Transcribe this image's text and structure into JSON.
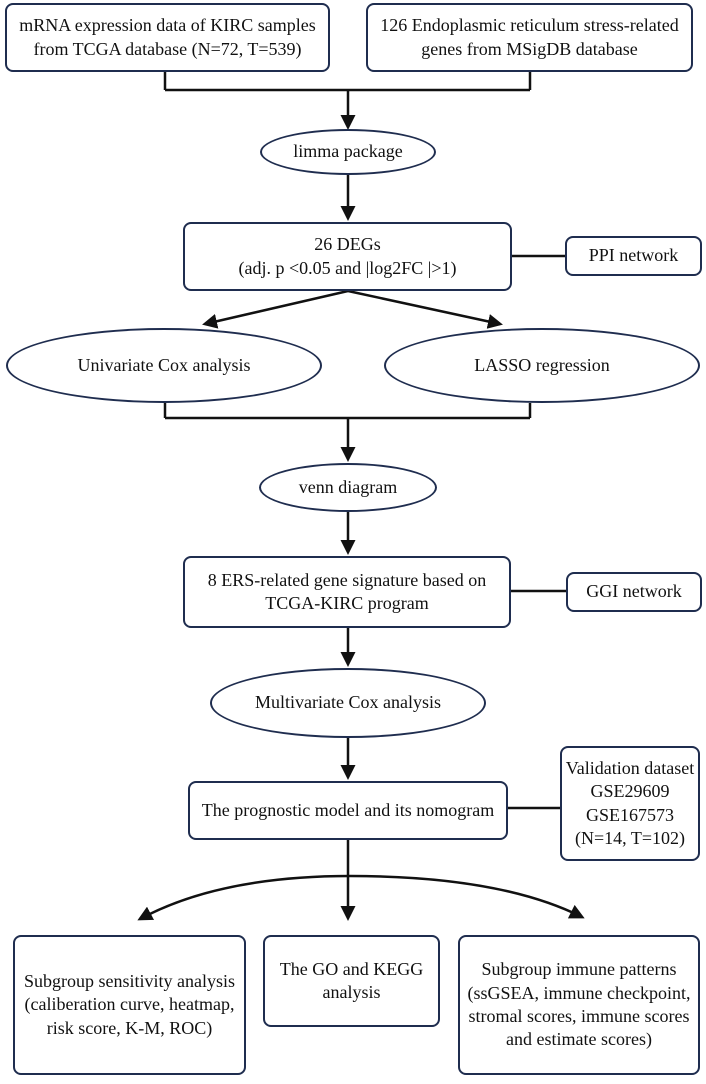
{
  "nodes": {
    "tcga": "mRNA expression data of KIRC samples\nfrom TCGA database (N=72, T=539)",
    "msigdb": "126 Endoplasmic reticulum stress-related\ngenes from MSigDB database",
    "limma": "limma package",
    "degs": "26 DEGs\n(adj. p <0.05 and |log2FC |>1)",
    "ppi": "PPI network",
    "univariate": "Univariate Cox analysis",
    "lasso": "LASSO regression",
    "venn": "venn diagram",
    "signature": "8 ERS-related gene signature based on\nTCGA-KIRC program",
    "ggi": "GGI network",
    "multivariate": "Multivariate Cox analysis",
    "model": "The prognostic model and its nomogram",
    "validation": "Validation dataset\nGSE29609\nGSE167573\n(N=14, T=102)",
    "subgroup_sensitivity": "Subgroup sensitivity analysis\n(caliberation curve, heatmap,\nrisk score, K-M, ROC)",
    "go_kegg": "The GO and KEGG\nanalysis",
    "immune": "Subgroup immune patterns\n(ssGSEA, immune checkpoint,\nstromal scores, immune scores\nand estimate scores)"
  }
}
